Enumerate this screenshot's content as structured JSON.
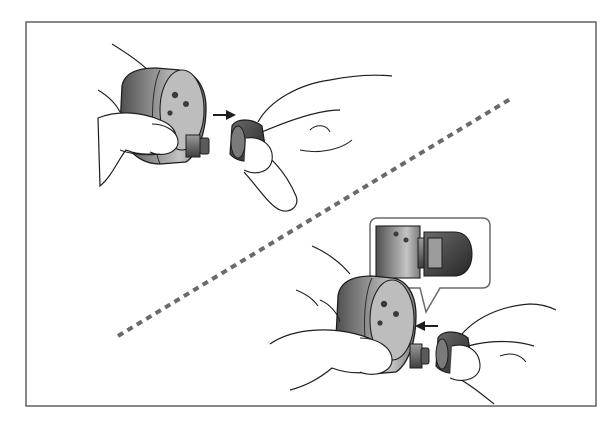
{
  "figure": {
    "panels": [
      {
        "id": "remove",
        "action": "pull-tip-off",
        "arrow": "right"
      },
      {
        "id": "attach",
        "action": "push-tip-on",
        "arrow": "left",
        "has_inset": true
      }
    ],
    "divider": "dashed-diagonal",
    "colors": {
      "frame": "#6a6a6a",
      "divider": "#6a6a6a",
      "outline": "#1e1e1e",
      "body_dark": "#5a5a5a",
      "body_mid": "#8c8c8c",
      "body_light": "#bdbdbd",
      "tip": "#3a3a3a",
      "skin": "#ffffff"
    }
  }
}
